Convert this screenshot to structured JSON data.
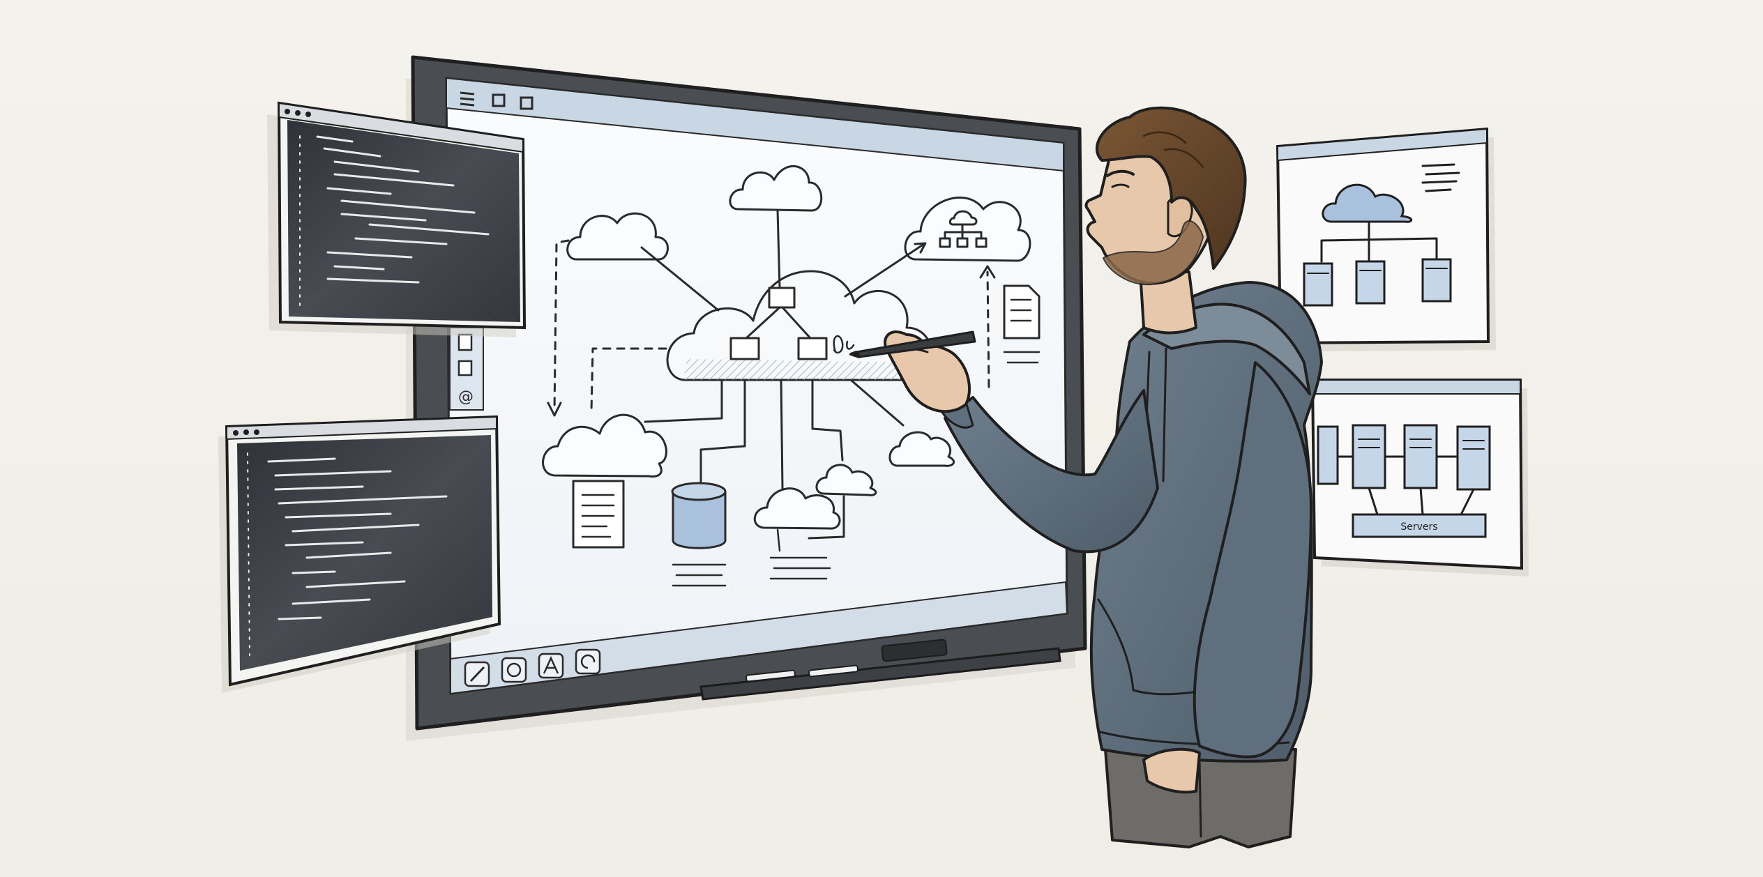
{
  "scene": {
    "kind": "illustration",
    "style": "watercolor sketch"
  },
  "server_panel": {
    "label": "Servers"
  },
  "colors": {
    "background": "#f2f0ea",
    "ink": "#2a2a2a",
    "watercolor_blue": "#a9c1dc",
    "terminal_dark": "#3b3f44",
    "hoodie": "#5f6f7e",
    "hair": "#6b4a2c",
    "skin": "#e7c8aa"
  }
}
